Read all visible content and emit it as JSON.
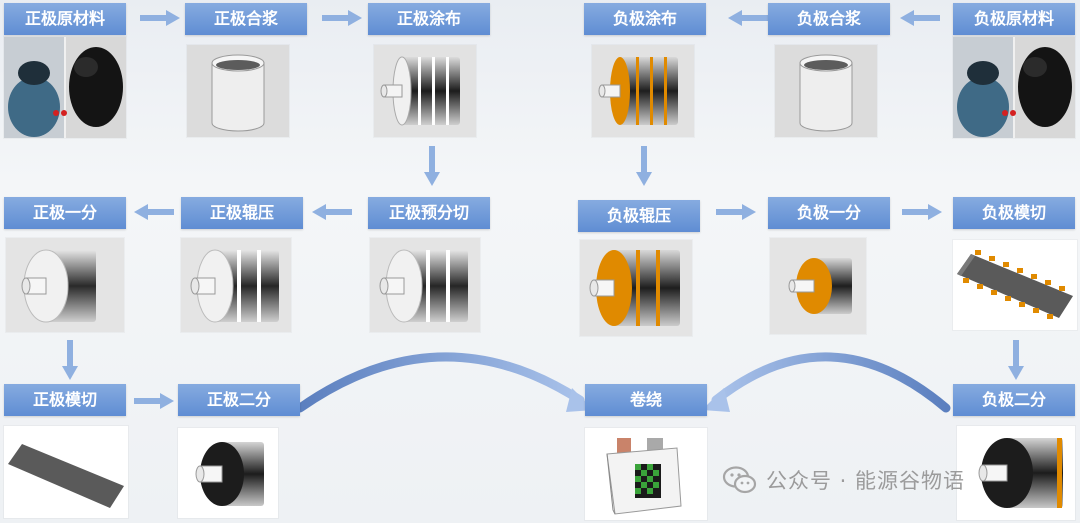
{
  "steps": {
    "pos_material": "正极原材料",
    "pos_mixing": "正极合浆",
    "pos_coating": "正极涂布",
    "neg_coating": "负极涂布",
    "neg_mixing": "负极合浆",
    "neg_material": "负极原材料",
    "pos_split_one": "正极一分",
    "pos_rolling": "正极辊压",
    "pos_pre_slitting": "正极预分切",
    "neg_rolling": "负极辊压",
    "neg_split_one": "负极一分",
    "neg_die_cut": "负极模切",
    "pos_die_cut": "正极模切",
    "pos_split_two": "正极二分",
    "winding": "卷绕",
    "neg_split_two": "负极二分"
  },
  "watermark": {
    "text": "公众号 · 能源谷物语",
    "icon": "wechat-icon"
  },
  "colors": {
    "label_bg": "#6f98d9",
    "arrow": "#8fb0e0",
    "positive_coating": "#e08a00",
    "separator": "#cfd6dd"
  },
  "icons": {
    "arrow": "flow-arrow-icon"
  }
}
